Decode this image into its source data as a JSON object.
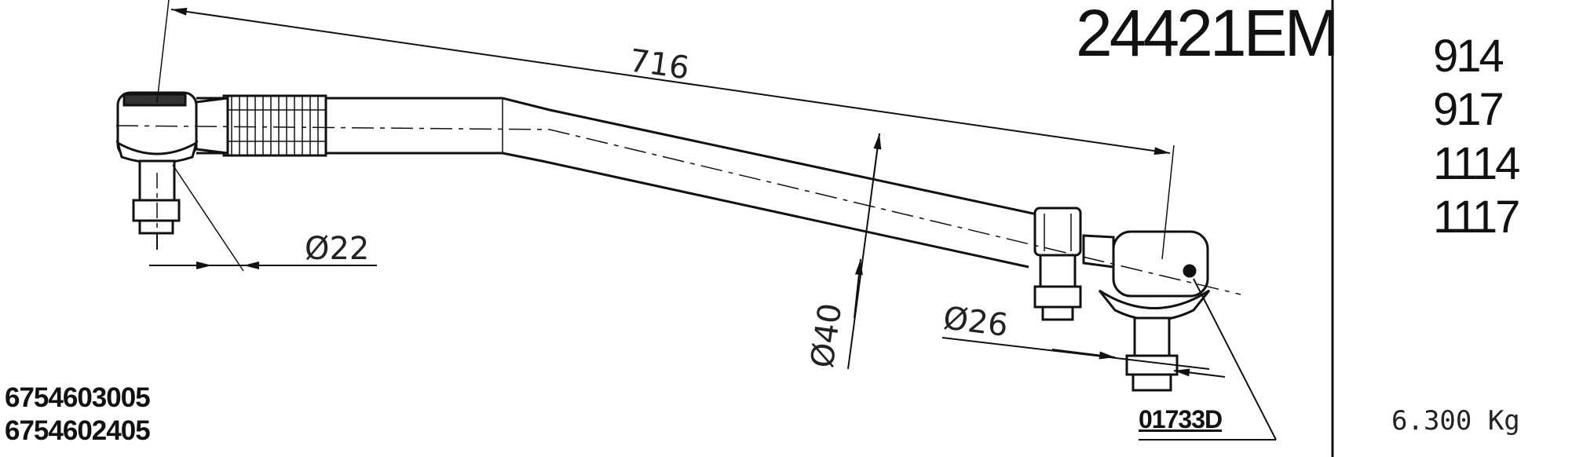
{
  "part_number": "24421EM",
  "models": [
    "914",
    "917",
    "1114",
    "1117"
  ],
  "oe_numbers": [
    "6754603005",
    "6754602405"
  ],
  "reference_code": "01733D",
  "weight": "6.300 Kg",
  "dimensions": {
    "length": "716",
    "diameter_tube": "Ø40",
    "diameter_left_thread": "Ø22",
    "diameter_right_thread": "Ø26"
  }
}
